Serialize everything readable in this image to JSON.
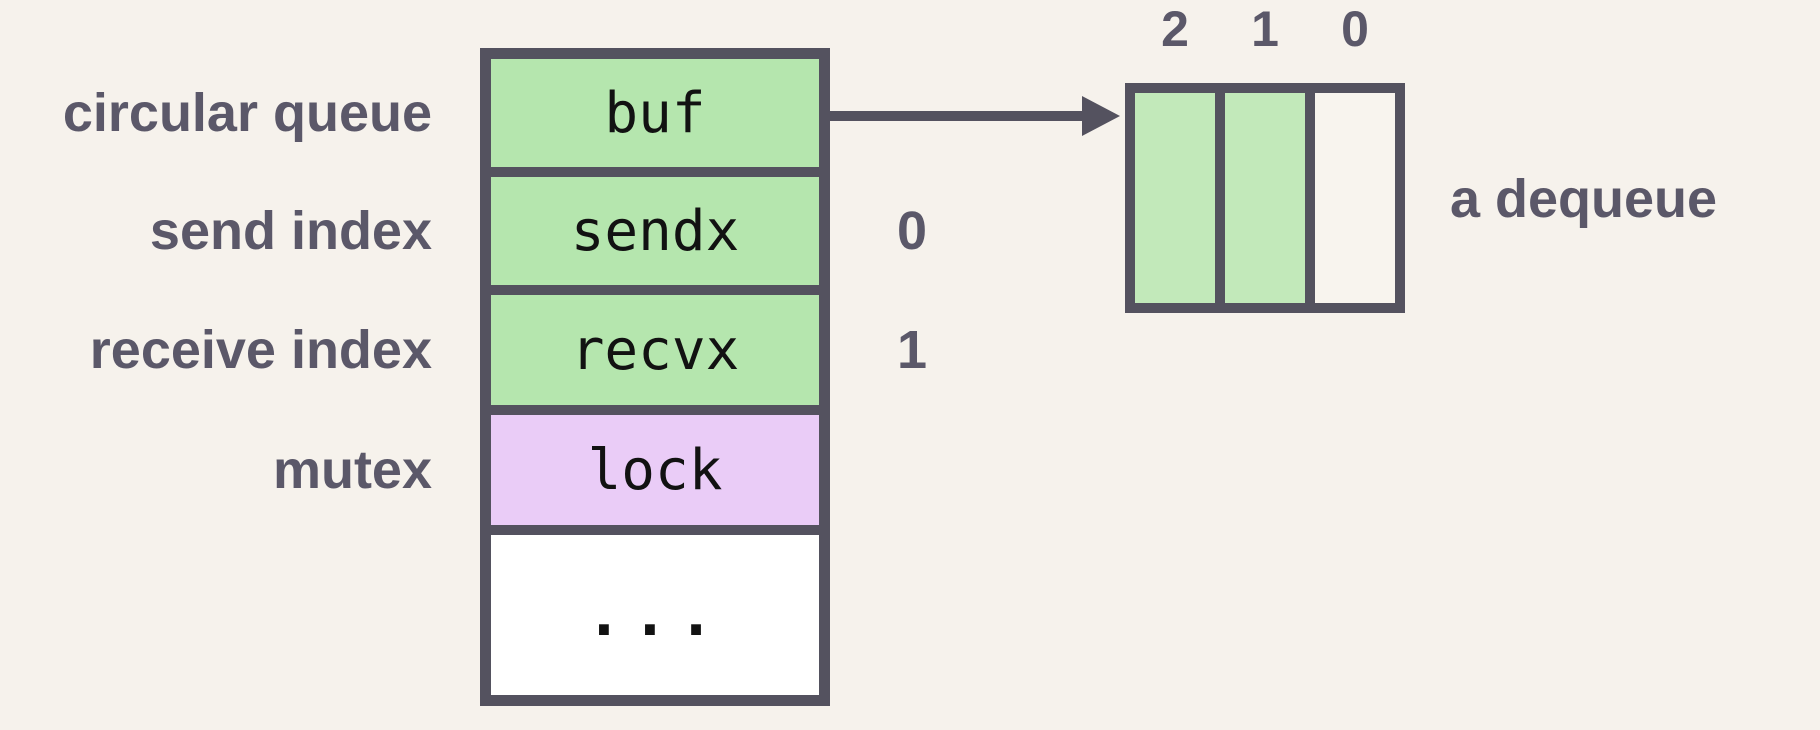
{
  "colors": {
    "background": "#f6f2ec",
    "border": "#54525f",
    "label_text": "#5b5869",
    "struct_green": "#b5e6ae",
    "struct_purple": "#eaccf7",
    "struct_white": "#ffffff",
    "dequeue_green": "#c2e9ba",
    "dequeue_empty": "#f8f4ee",
    "field_text": "#121212"
  },
  "struct": {
    "rows": [
      {
        "label": "circular queue",
        "field": "buf",
        "value": ""
      },
      {
        "label": "send index",
        "field": "sendx",
        "value": "0"
      },
      {
        "label": "receive index",
        "field": "recvx",
        "value": "1"
      },
      {
        "label": "mutex",
        "field": "lock",
        "value": ""
      },
      {
        "label": "",
        "field": "...",
        "value": ""
      }
    ]
  },
  "dequeue": {
    "indices": [
      "2",
      "1",
      "0"
    ],
    "cells": [
      {
        "index": "2",
        "filled": true
      },
      {
        "index": "1",
        "filled": true
      },
      {
        "index": "0",
        "filled": false
      }
    ],
    "caption": "a dequeue"
  }
}
